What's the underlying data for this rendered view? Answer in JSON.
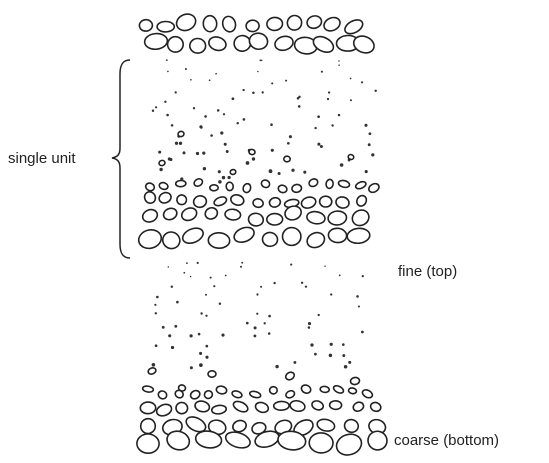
{
  "labels": {
    "single_unit": "single unit",
    "fine": "fine (top)",
    "coarse": "coarse (bottom)"
  }
}
